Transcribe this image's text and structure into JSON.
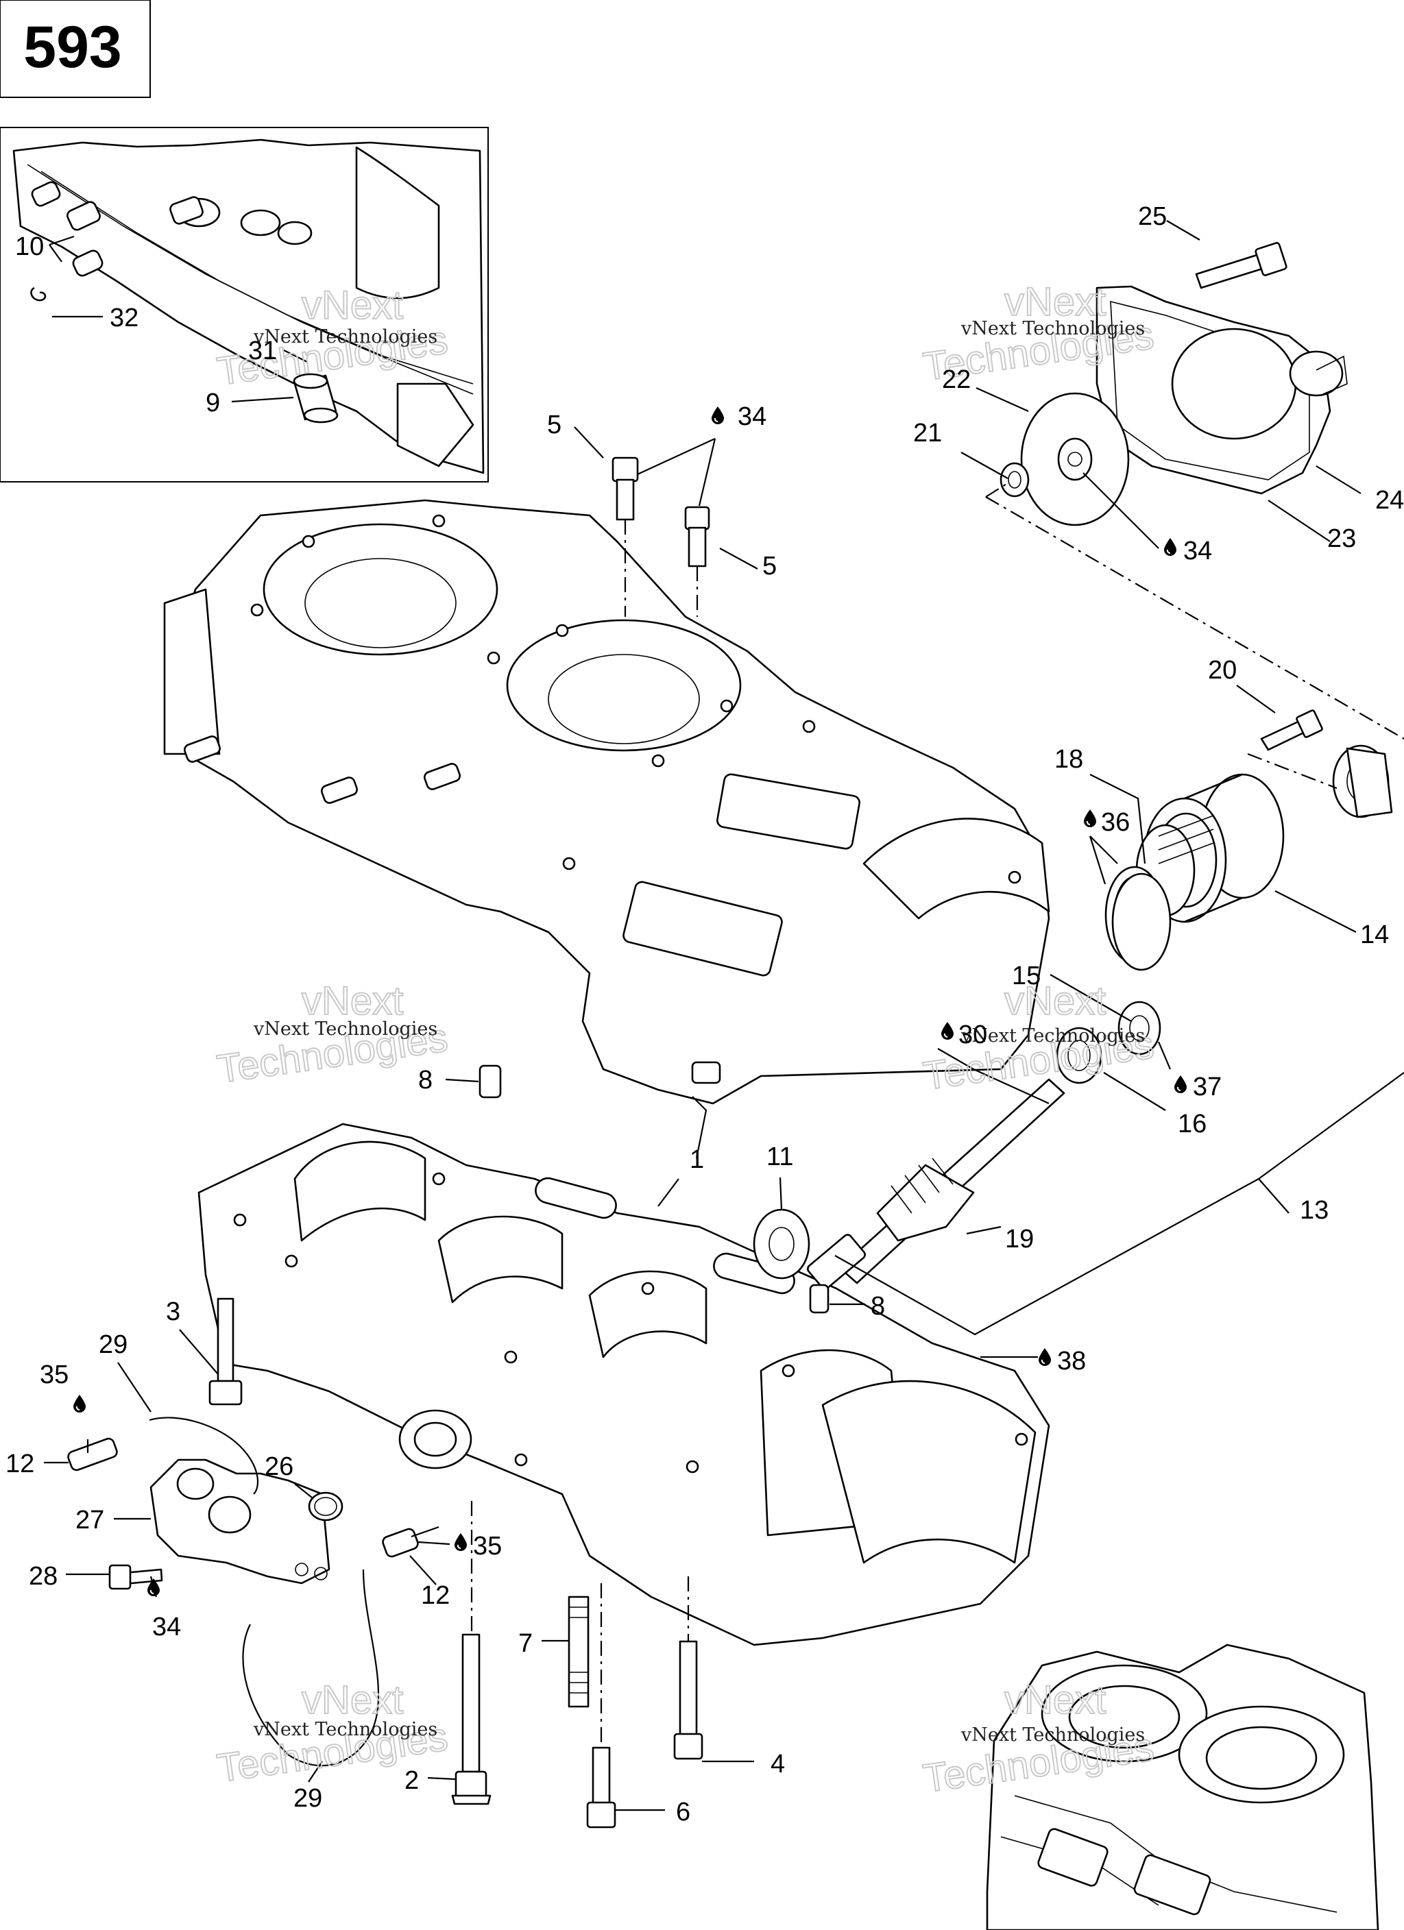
{
  "page_number": "593",
  "watermark": {
    "line1": "vNext Technologies",
    "line2a": "vNext",
    "line2b": "Technologies"
  },
  "oil_icon": "oil-drop-icon",
  "callouts": {
    "c1": "1",
    "c2": "2",
    "c3": "3",
    "c4": "4",
    "c5a": "5",
    "c5b": "5",
    "c6": "6",
    "c7": "7",
    "c8a": "8",
    "c8b": "8",
    "c9": "9",
    "c10": "10",
    "c11": "11",
    "c12a": "12",
    "c12b": "12",
    "c13": "13",
    "c14": "14",
    "c15": "15",
    "c16": "16",
    "c18": "18",
    "c19": "19",
    "c20": "20",
    "c21": "21",
    "c22": "22",
    "c23": "23",
    "c24": "24",
    "c25": "25",
    "c26": "26",
    "c27": "27",
    "c28": "28",
    "c29a": "29",
    "c29b": "29",
    "c30": "30",
    "c31": "31",
    "c32": "32",
    "c34a": "34",
    "c34b": "34",
    "c34c": "34",
    "c35a": "35",
    "c35b": "35",
    "c36": "36",
    "c37": "37",
    "c38": "38"
  }
}
